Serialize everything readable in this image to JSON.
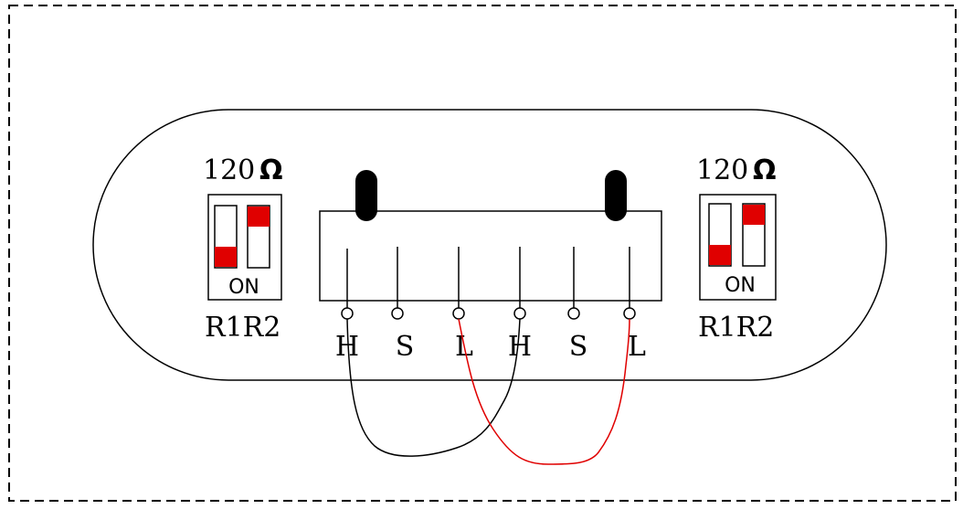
{
  "colors": {
    "outline": "#000000",
    "switch_active": "#e00000",
    "wire_high": "#000000",
    "wire_low": "#e00000"
  },
  "left_switch": {
    "value_label": "120",
    "unit_label": "Ω",
    "on_label": "ON",
    "channel_label": "R1R2",
    "positions": {
      "R1": "down",
      "R2": "up"
    }
  },
  "right_switch": {
    "value_label": "120",
    "unit_label": "Ω",
    "on_label": "ON",
    "channel_label": "R1R2",
    "positions": {
      "R1": "down",
      "R2": "up"
    }
  },
  "terminals": [
    {
      "id": "t1",
      "label": "H"
    },
    {
      "id": "t2",
      "label": "S"
    },
    {
      "id": "t3",
      "label": "L"
    },
    {
      "id": "t4",
      "label": "H"
    },
    {
      "id": "t5",
      "label": "S"
    },
    {
      "id": "t6",
      "label": "L"
    }
  ],
  "wires": [
    {
      "from": "t1",
      "to": "t4",
      "color": "black"
    },
    {
      "from": "t3",
      "to": "t6",
      "color": "red"
    }
  ]
}
